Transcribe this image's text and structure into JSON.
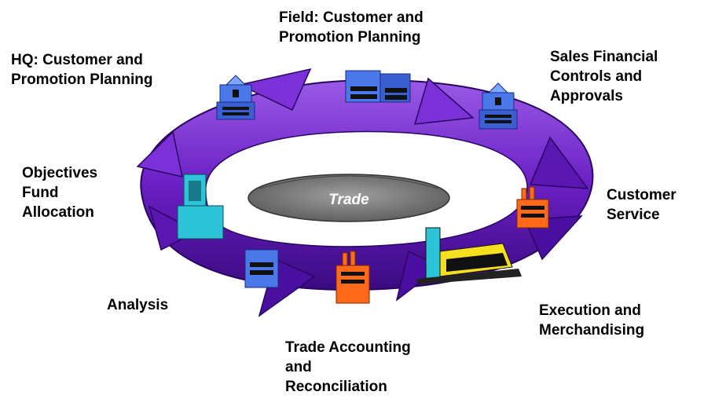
{
  "center_label": "Trade",
  "stages": [
    {
      "id": "hq",
      "lines": [
        "HQ: Customer and",
        "Promotion Planning"
      ],
      "icon": "hq-building-icon"
    },
    {
      "id": "field",
      "lines": [
        "Field: Customer and",
        "Promotion Planning"
      ],
      "icon": "field-office-icon"
    },
    {
      "id": "sales",
      "lines": [
        "Sales Financial",
        "Controls and",
        "Approvals"
      ],
      "icon": "sales-building-icon"
    },
    {
      "id": "service",
      "lines": [
        "Customer",
        "Service"
      ],
      "icon": "factory-icon"
    },
    {
      "id": "execution",
      "lines": [
        "Execution and",
        "Merchandising"
      ],
      "icon": "store-icon"
    },
    {
      "id": "accounting",
      "lines": [
        "Trade Accounting",
        "and",
        "Reconciliation"
      ],
      "icon": "factory-icon"
    },
    {
      "id": "analysis",
      "lines": [
        "Analysis"
      ],
      "icon": "office-icon"
    },
    {
      "id": "objectives",
      "lines": [
        "Objectives",
        "Fund",
        "Allocation"
      ],
      "icon": "tower-building-icon"
    }
  ],
  "colors": {
    "arrow_fill": "#6a1fc4",
    "arrow_dark": "#3a0a80",
    "arrow_light": "#9a5ae6",
    "center_disc": "#8a8a8a",
    "building_blue": "#4a78e8",
    "factory_orange": "#ff6a1a",
    "tower_cyan": "#2ec4d8"
  }
}
